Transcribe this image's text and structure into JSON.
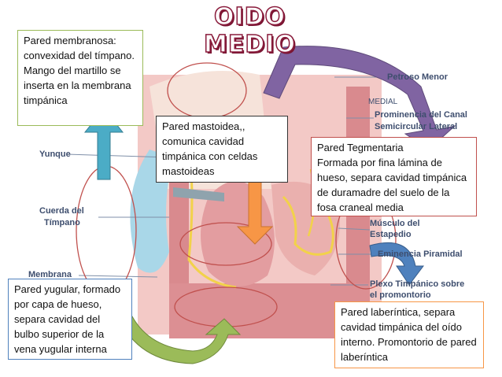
{
  "title": "OIDO MEDIO",
  "boxes": {
    "membranosa": "Pared membranosa: convexidad del tímpano. Mango del martillo se inserta en la membrana timpánica",
    "mastoidea": "Pared mastoidea,, comunica cavidad timpánica con celdas mastoideas",
    "tegmentaria_title": "Pared Tegmentaria",
    "tegmentaria_body": "Formada por fina lámina de hueso, separa cavidad timpánica de duramadre del suelo de la fosa craneal media",
    "yugular": "Pared yugular, formado por capa de hueso, separa cavidad del bulbo superior de la vena yugular interna",
    "laberintica": "Pared laberíntica, separa cavidad timpánica del oído interno. Promontorio de pared laberíntica"
  },
  "labels": {
    "petroso_menor": "Petroso Menor",
    "medial": "MEDIAL",
    "canal_1": "Prominencia del Canal",
    "canal_2": "Semicircular Lateral",
    "yunque": "Yunque",
    "cuerda_1": "Cuerda del",
    "cuerda_2": "Tímpano",
    "musculo_1": "Músculo del",
    "musculo_2": "Estapedio",
    "eminencia": "Eminencia Piramidal",
    "plexo_1": "Plexo Timpánico sobre",
    "plexo_2": "el promontorio",
    "membrana": "Membrana"
  },
  "colors": {
    "title_fill": "#ffffff",
    "title_outline": "#8a1c3c",
    "tissue": "#e49a9c",
    "tissue_dark": "#c96a70",
    "nerve": "#f2d24a",
    "arrow_blue": "#4bacc6",
    "arrow_purple": "#8064a2",
    "arrow_orange": "#f79646",
    "arrow_green": "#9bbb59",
    "arrow_darkblue": "#4f81bd",
    "ellipse": "#c0504d"
  }
}
